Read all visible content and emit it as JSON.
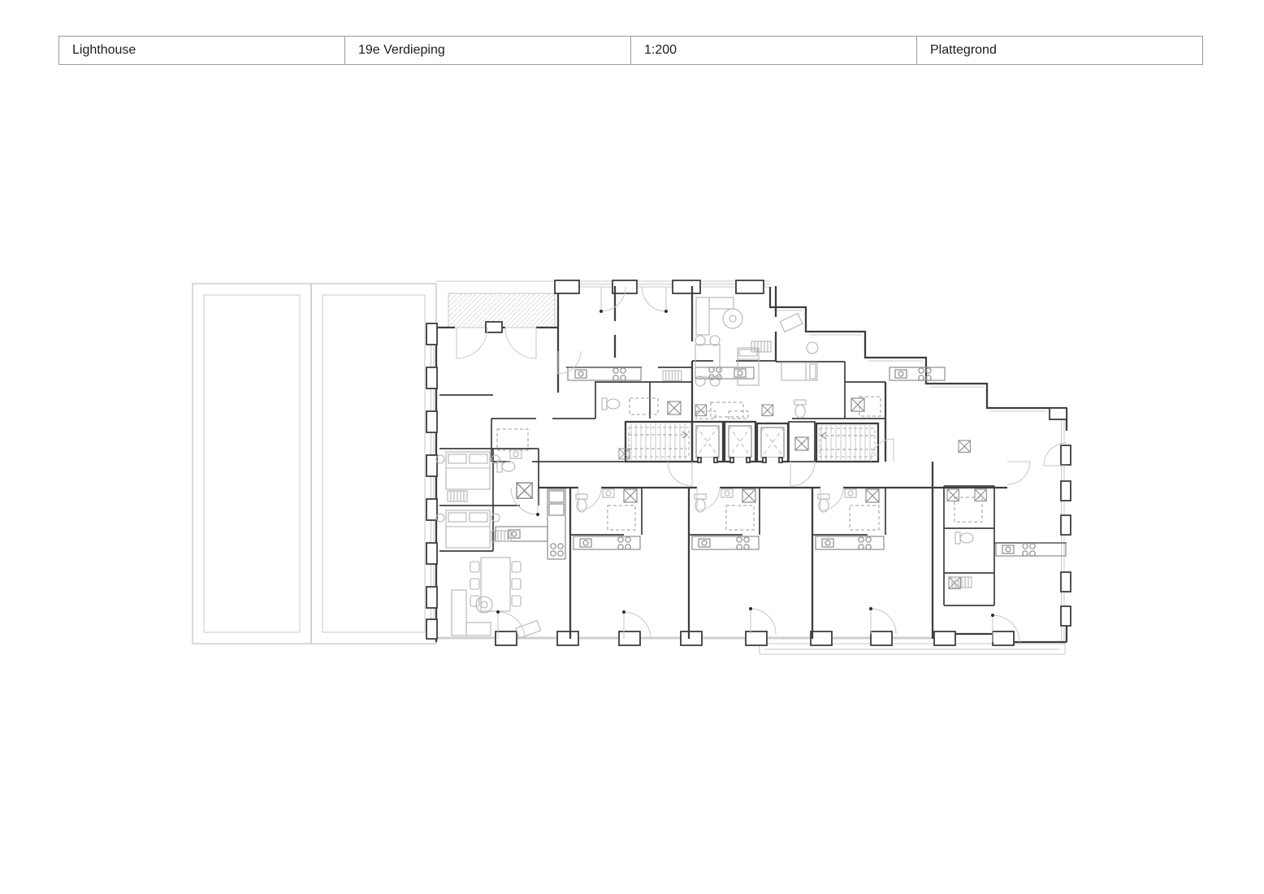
{
  "title_block": {
    "project": "Lighthouse",
    "floor": "19e Verdieping",
    "scale": "1:200",
    "drawing_type": "Plattegrond"
  },
  "colors": {
    "wall": "#3e3e3e",
    "secondary_wall": "#8c8c8c",
    "glazing": "#c9c9c9",
    "furniture": "#b3b3b3",
    "background": "#ffffff"
  }
}
